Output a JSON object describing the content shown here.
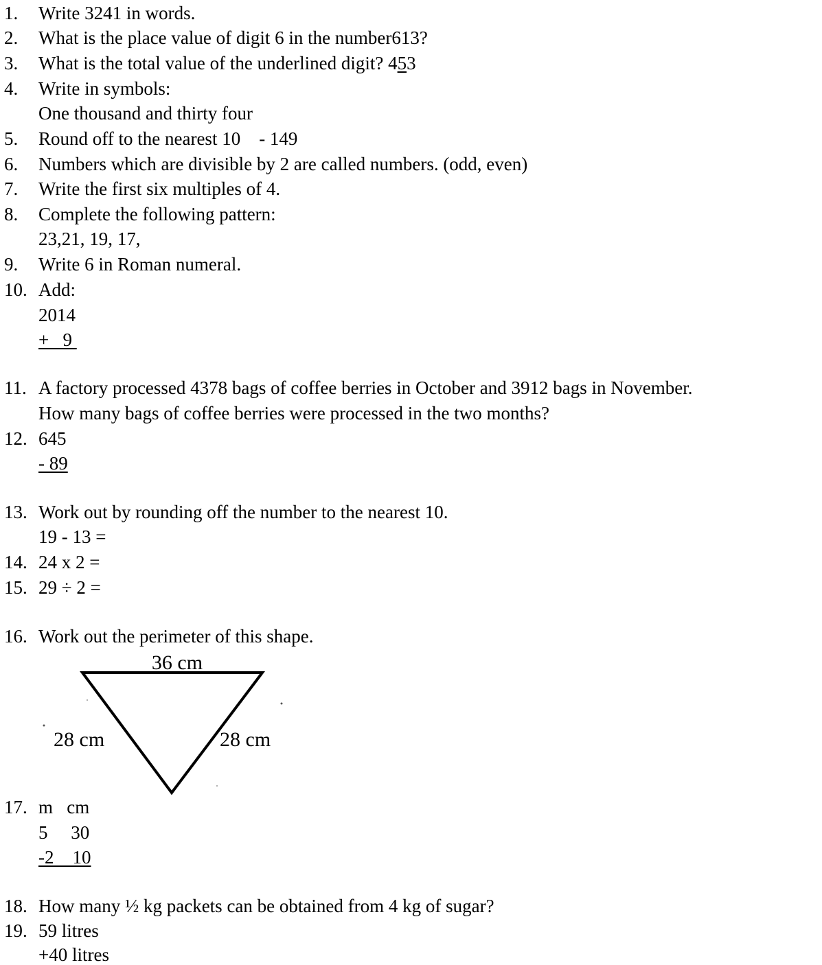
{
  "questions": {
    "q1": {
      "n": "1.",
      "text": "Write 3241 in words."
    },
    "q2": {
      "n": "2.",
      "text": "What is the place value of digit 6 in the number613?"
    },
    "q3": {
      "n": "3.",
      "text_a": "What is the total value of the underlined digit? 4",
      "underlined": "5",
      "text_b": "3"
    },
    "q4": {
      "n": "4.",
      "text": "Write in symbols:",
      "sub": "One thousand and thirty four"
    },
    "q5": {
      "n": "5.",
      "text": "Round off to the nearest 10    - 149"
    },
    "q6": {
      "n": "6.",
      "text": "Numbers which are divisible by 2 are called numbers. (odd, even)"
    },
    "q7": {
      "n": "7.",
      "text": "Write the first six multiples of 4."
    },
    "q8": {
      "n": "8.",
      "text": "Complete the following pattern:",
      "sub": "23,21, 19, 17,"
    },
    "q9": {
      "n": "9.",
      "text": "Write 6 in Roman numeral."
    },
    "q10": {
      "n": "10.",
      "text": "Add:",
      "line1": "2014",
      "line2": "+   9 "
    },
    "q11": {
      "n": "11.",
      "text": "A factory processed 4378 bags of coffee berries in October and 3912 bags in November.",
      "sub": "How many bags of coffee berries were processed in the two months?"
    },
    "q12": {
      "n": "12.",
      "text": "645",
      "line2": "- 89"
    },
    "q13": {
      "n": "13.",
      "text": "Work out by rounding off the number to the nearest 10.",
      "sub": "19 - 13 ="
    },
    "q14": {
      "n": "14.",
      "text": "24 x 2 ="
    },
    "q15": {
      "n": "15.",
      "text": "29 ÷ 2 ="
    },
    "q16": {
      "n": "16.",
      "text": "Work out the perimeter of this shape."
    },
    "q17": {
      "n": "17.",
      "text": "m   cm",
      "line1": "5     30",
      "line2": "-2    10"
    },
    "q18": {
      "n": "18.",
      "text": "How many ½ kg packets can be obtained from 4 kg of sugar?"
    },
    "q19": {
      "n": "19.",
      "text": "59 litres",
      "line2": "+40 litres"
    }
  },
  "triangle": {
    "top_label": "36 cm",
    "left_label": "28 cm",
    "right_label": "28 cm"
  }
}
